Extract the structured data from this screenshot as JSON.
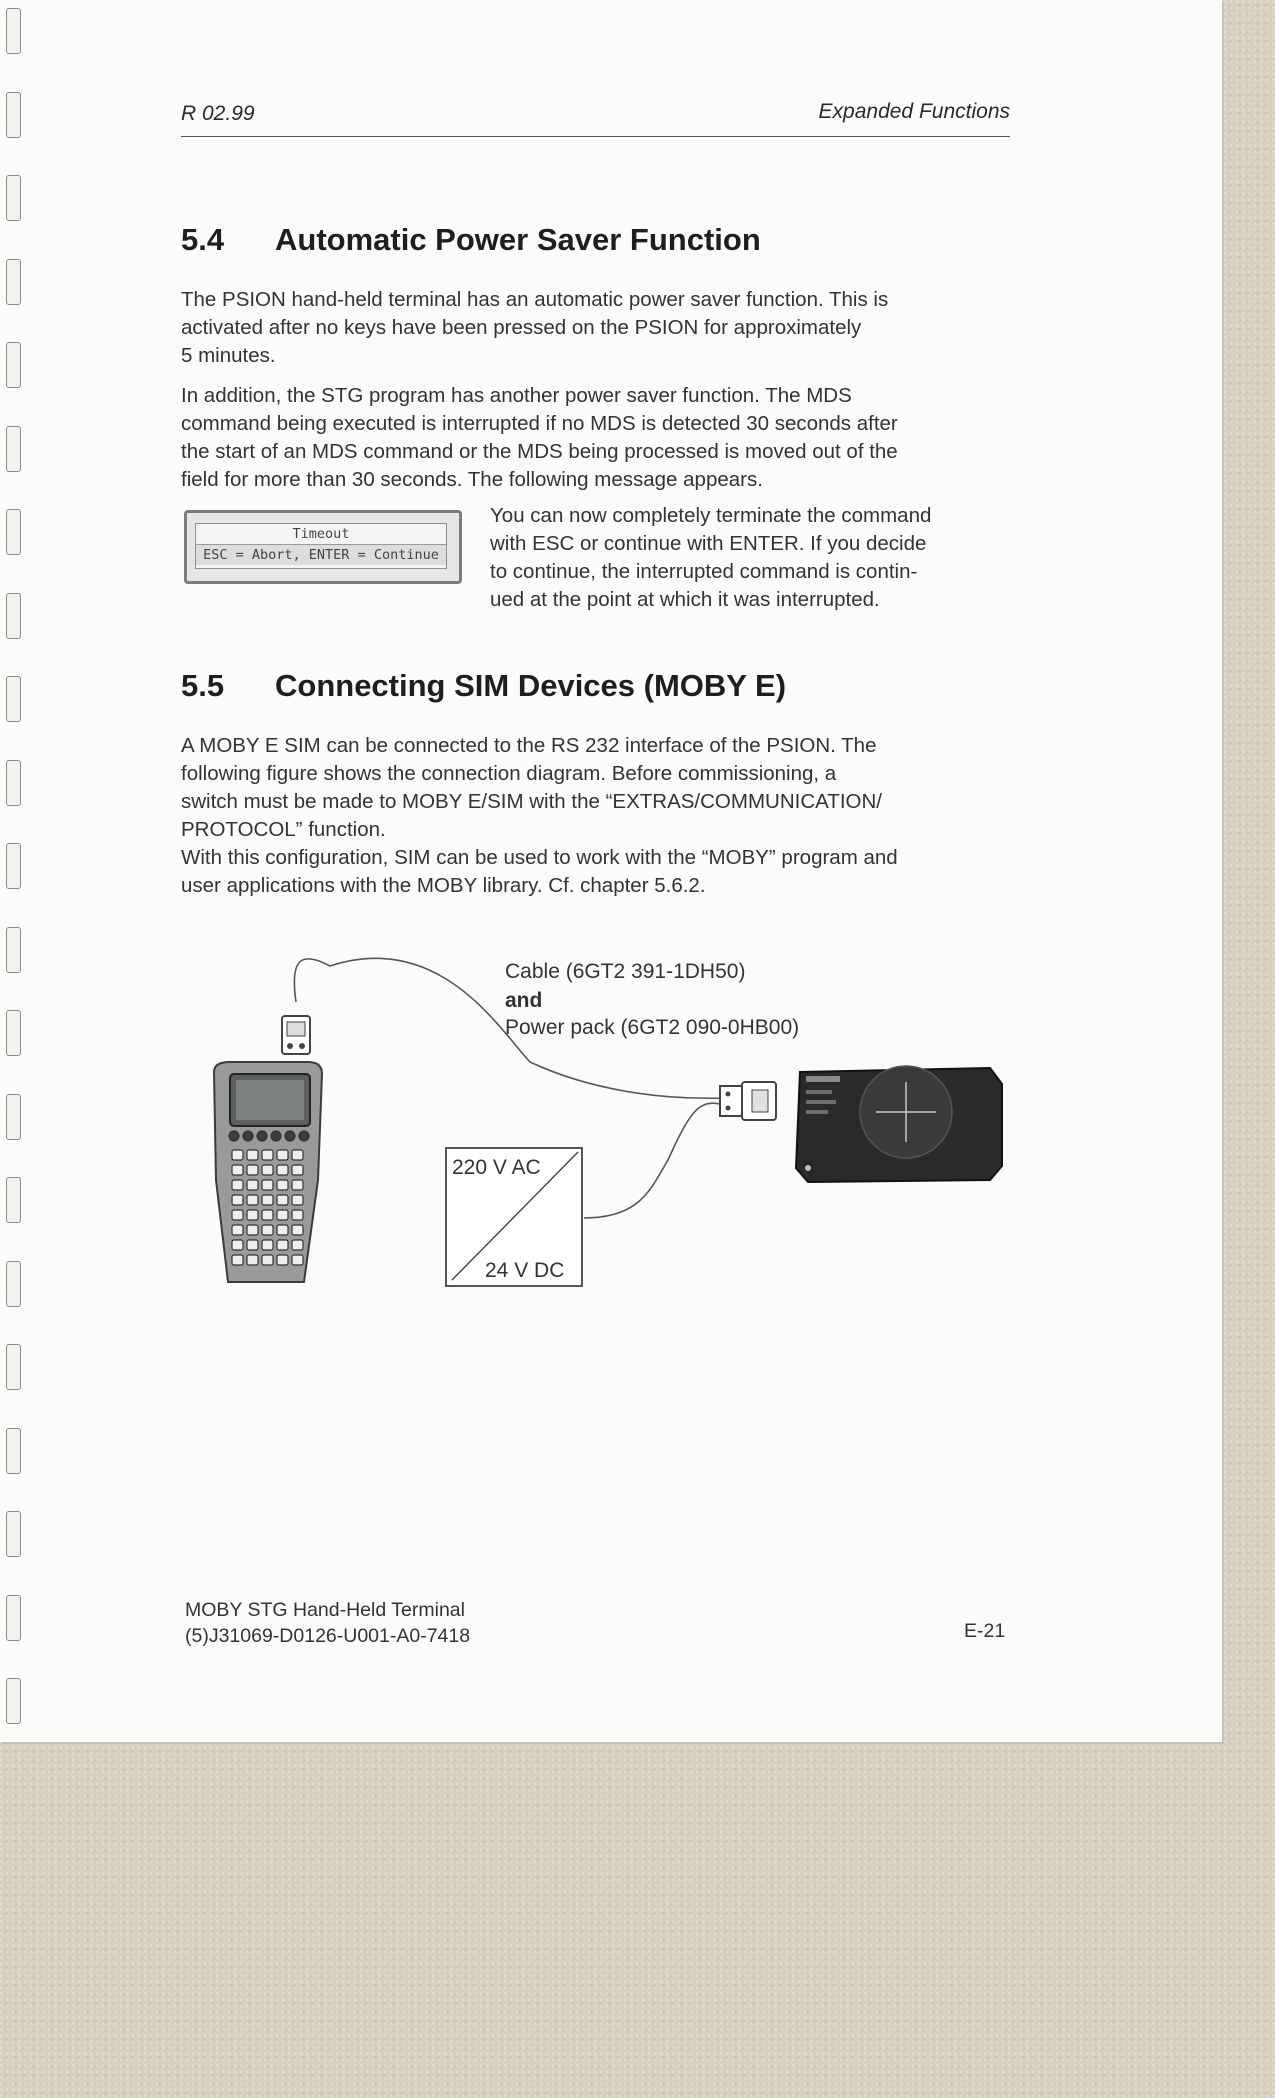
{
  "header": {
    "left": "R 02.99",
    "right": "Expanded Functions"
  },
  "sections": [
    {
      "number": "5.4",
      "title": "Automatic Power Saver Function"
    },
    {
      "number": "5.5",
      "title": "Connecting SIM Devices (MOBY E)"
    }
  ],
  "paragraphs": {
    "p1": [
      "The PSION hand-held terminal has an automatic power saver function.  This is",
      "activated after no keys have been pressed on the PSION for approximately",
      "5 minutes."
    ],
    "p2": [
      "In addition, the STG program has another power saver function.  The MDS",
      "command being executed is interrupted if no MDS is detected 30 seconds after",
      "the start of an MDS command or the MDS being processed is moved out of the",
      "field for more than 30 seconds.  The following message appears."
    ],
    "p3": [
      "You can now completely terminate the command",
      "with ESC or continue with ENTER.  If you decide",
      "to continue, the interrupted command is contin-",
      "ued at the point at which it was interrupted."
    ],
    "p4": [
      "A MOBY E SIM can be connected to the RS 232 interface of the PSION.  The",
      "following figure shows the connection diagram.  Before commissioning, a",
      "switch must be made to MOBY E/SIM with the “EXTRAS/COMMUNICATION/",
      "PROTOCOL” function.",
      "With this configuration, SIM can be used to work with the “MOBY” program and",
      "user applications with the MOBY library.  Cf. chapter 5.6.2."
    ]
  },
  "message_box": {
    "title": "Timeout",
    "line": "ESC = Abort, ENTER = Continue"
  },
  "diagram": {
    "cable_label": "Cable  (6GT2 391-1DH50)",
    "and_label": "and",
    "power_label": "Power  pack  (6GT2 090-0HB00)",
    "ac_label": "220 V AC",
    "dc_label": "24 V DC"
  },
  "footer": {
    "line1": "MOBY STG Hand-Held Terminal",
    "line2": "(5)J31069-D0126-U001-A0-7418",
    "page": "E-21"
  },
  "colors": {
    "page": "#fbfbf9",
    "background": "#d9cfbf",
    "text": "#333333"
  }
}
